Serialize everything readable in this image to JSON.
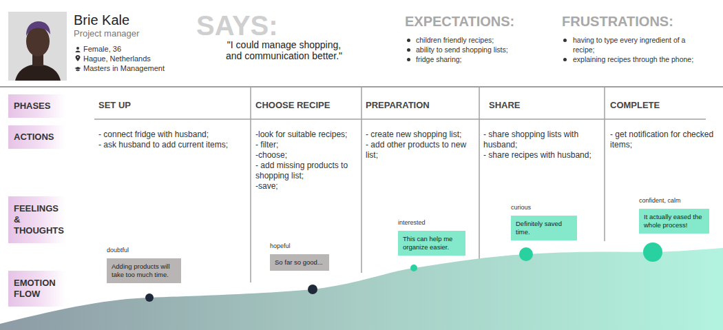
{
  "diagram": {
    "nodes": [
      {
        "text": [
          "PHASES"
        ]
      },
      {
        "text": [
          "ACTIONS"
        ]
      },
      {
        "text": [
          "FEELINGS & THOUGHTS"
        ]
      },
      {
        "text": [
          "EMOTION FLOW"
        ]
      },
      {
        "text": [
          "doubtful",
          "Adding products will take too much time."
        ]
      },
      {
        "text": [
          "hopeful",
          "So far so good..."
        ]
      },
      {
        "text": [
          "interested",
          "This can help me organize easier."
        ]
      },
      {
        "text": [
          "curious",
          "Definitely saved time."
        ]
      },
      {
        "text": [
          "confident, calm",
          "It actually eased the whole process!"
        ]
      }
    ],
    "labels": [
      "Brie Kale",
      "Project manager",
      "Female, 36",
      "Hague, Netherlands",
      "Masters in Management",
      "SAYS:",
      "\"I could manage shopping, and communication better.\"",
      "EXPECTATIONS:",
      "children friendly recipes;",
      "ability to send shopping lists;",
      "fridge sharing;",
      "FRUSTRATIONS:",
      "having to type every ingredient of a recipe;",
      "explaining recipes through the phone;",
      "SET UP",
      "CHOOSE RECIPE",
      "PREPARATION",
      "SHARE",
      "COMPLETE",
      "- connect fridge with husband;",
      "- ask husband to add current items;",
      "-look for suitable recipes;",
      "- filter;",
      "-choose;",
      "- add missing products to shopping list;",
      "-save;",
      "- create new shopping list;",
      "- add other products to new list;",
      "- share shopping lists with husband;",
      "- share recipes with husband;",
      "- get notification for checked items;"
    ]
  }
}
